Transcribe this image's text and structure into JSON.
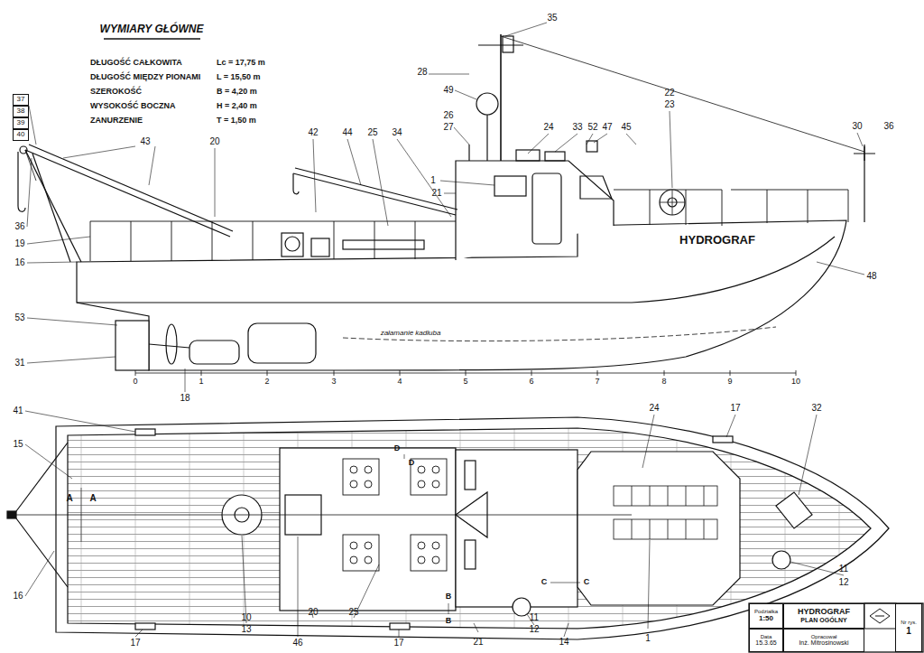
{
  "diagram": {
    "title": "WYMIARY GŁÓWNE",
    "nodes": [
      {
        "text": [
          "37"
        ]
      },
      {
        "text": [
          "38"
        ]
      },
      {
        "text": [
          "39"
        ]
      },
      {
        "text": [
          "40"
        ]
      },
      {
        "text": [
          "Podziałka",
          "1:50"
        ]
      },
      {
        "text": [
          "HYDROGRAF",
          "PLAN OGÓLNY"
        ]
      },
      {
        "text": [
          "Data",
          "15.3.65"
        ]
      },
      {
        "text": [
          "Opracował",
          "Inż. Mitrosinowski"
        ]
      },
      {
        "text": [
          "Nr rys.",
          "1"
        ]
      }
    ],
    "labels": [
      "DŁUGOŚĆ CAŁKOWITA",
      "Lc = 17,75 m",
      "DŁUGOŚĆ MIĘDZY PIONAMI",
      "L = 15,50 m",
      "SZEROKOŚĆ",
      "B = 4,20 m",
      "WYSOKOŚĆ BOCZNA",
      "H = 2,40 m",
      "ZANURZENIE",
      "T = 1,50 m",
      "43",
      "20",
      "42",
      "44",
      "25",
      "34",
      "26",
      "27",
      "28",
      "49",
      "35",
      "24",
      "33",
      "52",
      "47",
      "45",
      "22",
      "23",
      "30",
      "36",
      "1",
      "21",
      "36",
      "19",
      "16",
      "HYDROGRAF",
      "48",
      "53",
      "31",
      "załamanie kadłuba",
      "18",
      "0",
      "1",
      "2",
      "3",
      "4",
      "5",
      "6",
      "7",
      "8",
      "9",
      "10",
      "41",
      "15",
      "A",
      "A",
      "16",
      "17",
      "10",
      "13",
      "46",
      "20",
      "25",
      "17",
      "21",
      "11",
      "12",
      "14",
      "1",
      "24",
      "17",
      "32",
      "11",
      "12",
      "B",
      "B",
      "C",
      "C",
      "D",
      "D"
    ]
  }
}
